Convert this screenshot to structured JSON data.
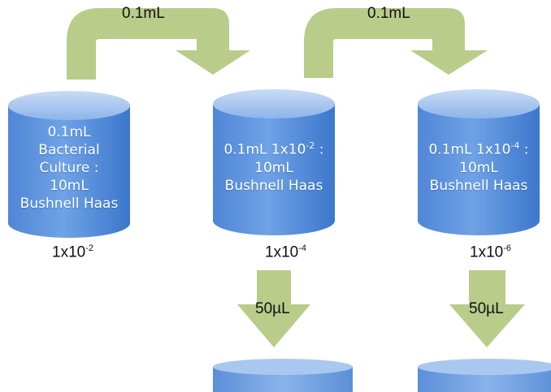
{
  "colors": {
    "arrow": "#b9cc8a",
    "cylinder_light": "#a9c8ef",
    "cylinder_mid": "#5f94dc",
    "cylinder_dark": "#2f6fc4",
    "plate": "#6f9fe0"
  },
  "transfers": [
    {
      "label": "0.1mL"
    },
    {
      "label": "0.1mL"
    }
  ],
  "tubes": [
    {
      "lines": [
        "0.1mL",
        "Bacterial",
        "Culture :",
        "10mL",
        "Bushnell Haas"
      ],
      "dilution_base": "1x10",
      "dilution_exp": "-2"
    },
    {
      "line1_pre": "0.1mL 1x10",
      "line1_exp": "-2",
      "line1_post": " :",
      "line2": "10mL",
      "line3": "Bushnell Haas",
      "dilution_base": "1x10",
      "dilution_exp": "-4"
    },
    {
      "line1_pre": "0.1mL 1x10",
      "line1_exp": "-4",
      "line1_post": " :",
      "line2": "10mL",
      "line3": "Bushnell Haas",
      "dilution_base": "1x10",
      "dilution_exp": "-6"
    }
  ],
  "platings": [
    {
      "label": "50µL"
    },
    {
      "label": "50µL"
    }
  ]
}
